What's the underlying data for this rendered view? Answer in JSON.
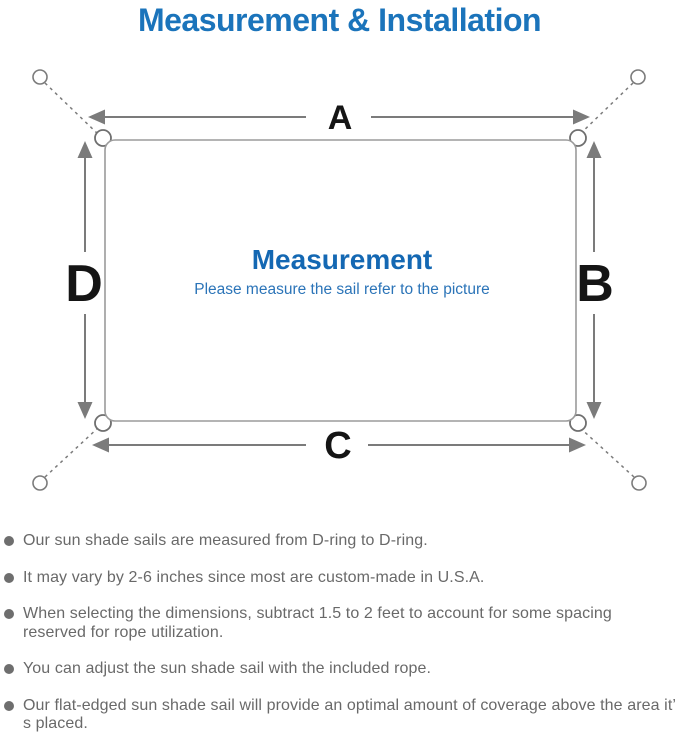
{
  "title": "Measurement & Installation",
  "diagram": {
    "center_heading": "Measurement",
    "center_subtitle": "Please measure the sail refer to the picture",
    "labels": {
      "top": "A",
      "right": "B",
      "bottom": "C",
      "left": "D"
    }
  },
  "notes": [
    "Our sun shade sails are measured from D-ring to D-ring.",
    "It may vary by 2-6 inches since most are custom-made in U.S.A.",
    "When selecting the dimensions, subtract 1.5 to 2 feet to account for some spacing reserved for rope utilization.",
    "You can adjust the sun shade sail with the included rope.",
    "Our flat-edged sun shade sail will provide an optimal amount of coverage above the area it’ s placed."
  ],
  "colors": {
    "accent_blue": "#1b74bb",
    "heading_blue": "#1468b3",
    "subtitle_blue": "#2b74b8",
    "line_gray": "#7b7b7b",
    "outline_gray": "#9b9b9b",
    "text_gray": "#696969",
    "label_black": "#151515"
  }
}
